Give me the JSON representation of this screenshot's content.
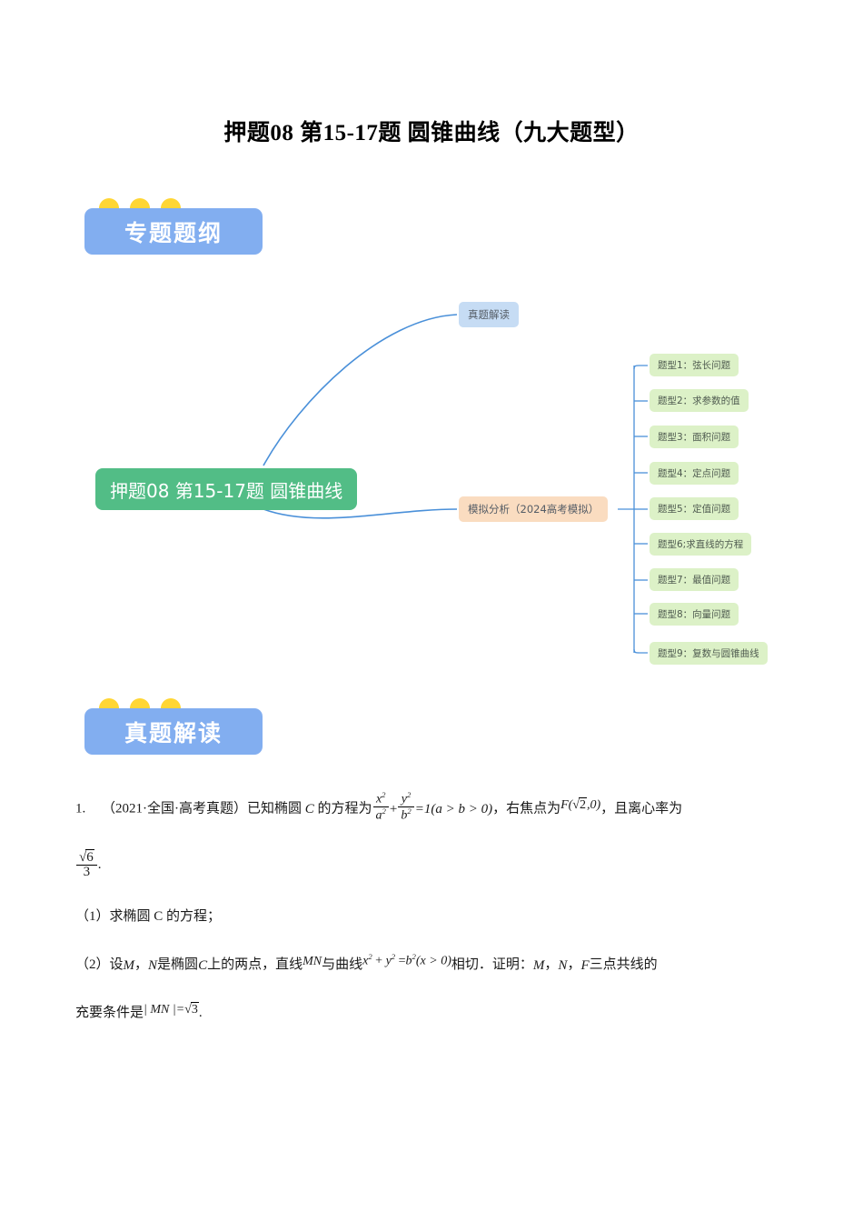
{
  "document": {
    "title": "押题08 第15-17题 圆锥曲线（九大题型）"
  },
  "banners": [
    {
      "id": "outline",
      "label": "专题题纲",
      "plate_color": "#82aef0",
      "dot_color": "#ffd634",
      "dots": 3
    },
    {
      "id": "analysis",
      "label": "真题解读",
      "plate_color": "#82aef0",
      "dot_color": "#ffd634",
      "dots": 3
    }
  ],
  "mindmap": {
    "root": {
      "label": "押题08 第15-17题 圆锥曲线",
      "color": "#52bd86",
      "text_color": "#ffffff"
    },
    "branches": [
      {
        "label": "真题解读",
        "color": "#c6dcf4"
      },
      {
        "label": "模拟分析（2024高考模拟）",
        "color": "#fadcc0"
      }
    ],
    "leaves": [
      {
        "label": "题型1：弦长问题"
      },
      {
        "label": "题型2：求参数的值"
      },
      {
        "label": "题型3：面积问题"
      },
      {
        "label": "题型4：定点问题"
      },
      {
        "label": "题型5：定值问题"
      },
      {
        "label": "题型6;求直线的方程"
      },
      {
        "label": "题型7：最值问题"
      },
      {
        "label": "题型8：向量问题"
      },
      {
        "label": "题型9：复数与圆锥曲线"
      }
    ],
    "leaf_color": "#dcf1c7",
    "link_color": "#4a90d9"
  },
  "problem": {
    "number": "1.",
    "source": "（2021·全国·高考真题）",
    "stem_part1": "已知椭圆",
    "ellipse_name": "C",
    "stem_part2": "的方程为",
    "equation": {
      "numerator_x": "x",
      "denominator_a": "a",
      "numerator_y": "y",
      "denominator_b": "b",
      "rhs": "=1(a > b > 0)",
      "exponent": "2"
    },
    "stem_part3": "，右焦点为",
    "focus": "F(√2,0)",
    "focus_prefix": "F(",
    "focus_radicand": "2",
    "focus_suffix": ",0)",
    "stem_part4": "，且离心率为",
    "eccentricity_num": "6",
    "eccentricity_den": "3",
    "eccentricity_period": ".",
    "part1": "（1）求椭圆 C 的方程；",
    "part2_a": "（2）设",
    "part2_M": "M",
    "part2_comma1": "，",
    "part2_N": "N",
    "part2_b": "是椭圆",
    "part2_C": "C",
    "part2_c": "上的两点，直线",
    "line_MN": "MN",
    "part2_d": "与曲线",
    "curve": "x² + y² =b²(x > 0)",
    "curve_x": "x",
    "curve_plus": "+",
    "curve_y": "y",
    "curve_eq": "=",
    "curve_b": "b",
    "curve_cond": "(x > 0)",
    "part2_e": "相切．证明：",
    "part2_f": "M",
    "part2_g": "，",
    "part2_h": "N",
    "part2_i": "，",
    "part2_j": "F",
    "part2_k": "三点共线的",
    "part3_a": "充要条件是",
    "mn_abs": "| MN |=",
    "mn_radicand": "3",
    "part3_period": "."
  }
}
